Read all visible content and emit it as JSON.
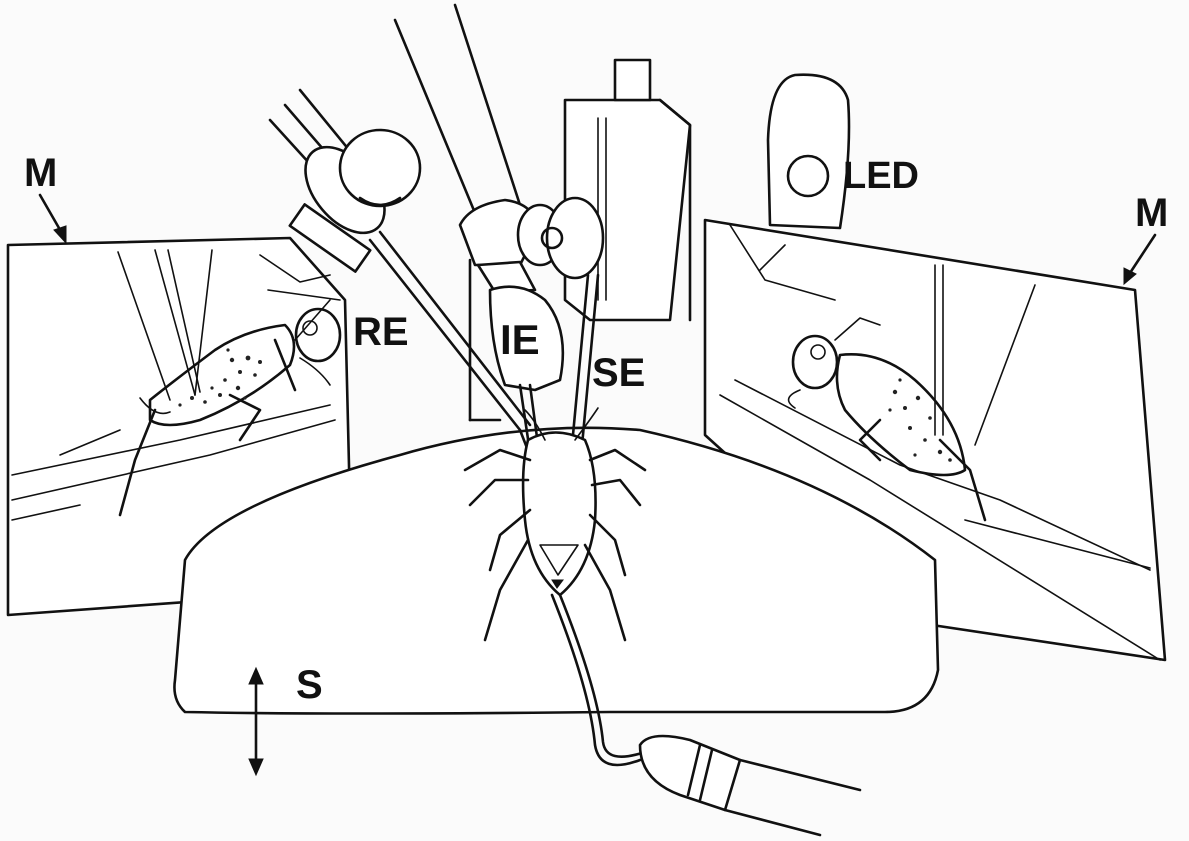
{
  "labels": {
    "mirror_left": "M",
    "mirror_right": "M",
    "recording_electrode": "RE",
    "indifferent_electrode": "IE",
    "stimulating_electrode": "SE",
    "led": "LED",
    "stage": "S"
  }
}
